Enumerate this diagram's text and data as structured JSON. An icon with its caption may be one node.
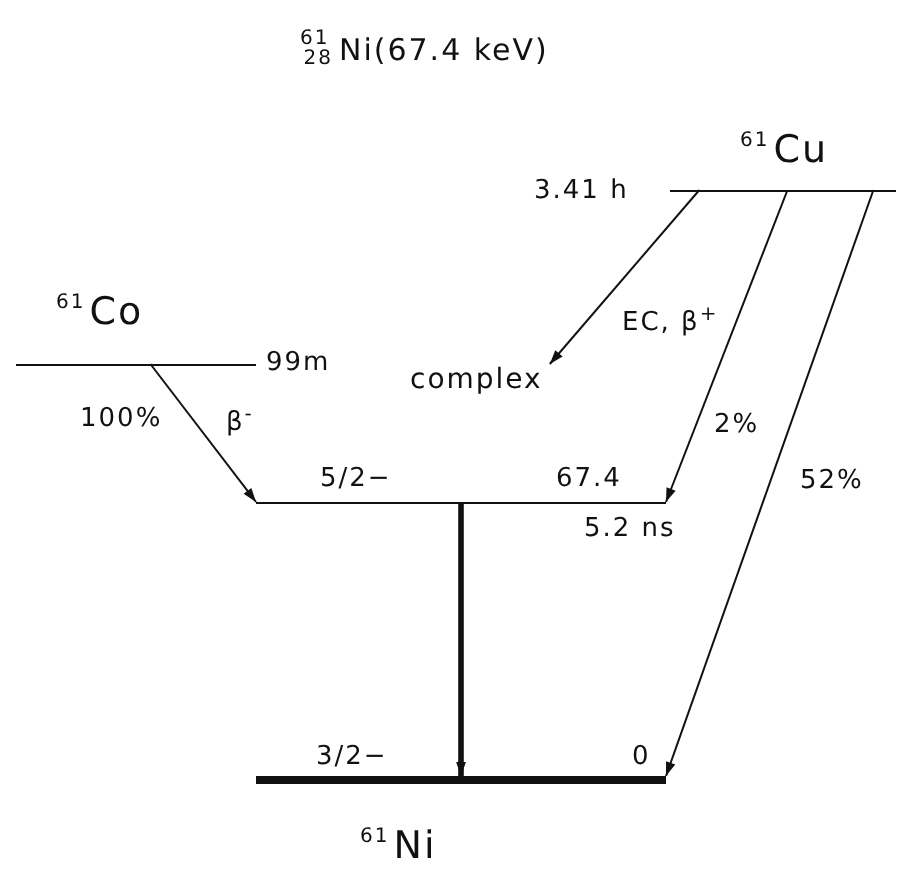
{
  "diagram": {
    "title": "$^{61}$$_{28}$Ni(67.4 keV)",
    "nodes": [
      {
        "text": [
          "$^{61}$Co"
        ],
        "beside": [
          "99m"
        ]
      },
      {
        "text": [
          "$^{61}$Cu"
        ],
        "beside": [
          "3.41 h"
        ]
      },
      {
        "text": [
          "complex"
        ]
      },
      {
        "text": [
          "5/2−",
          "67.4"
        ],
        "beside": [
          "5.2 ns"
        ]
      },
      {
        "text": [
          "3/2−",
          "0",
          "$^{61}$Ni"
        ]
      }
    ],
    "edges": [
      {
        "from": 0,
        "to": 3,
        "arrow": "to",
        "label": "100%"
      },
      {
        "from": 1,
        "to": 2,
        "arrow": "to"
      },
      {
        "from": 1,
        "to": 3,
        "arrow": "to",
        "label": "2%"
      },
      {
        "from": 1,
        "to": 4,
        "arrow": "to",
        "label": "52%"
      },
      {
        "from": 3,
        "to": 4,
        "arrow": "to",
        "style": "thick"
      }
    ],
    "labels": [
      "β$^{-}$",
      "EC, β$^{+}$"
    ]
  }
}
